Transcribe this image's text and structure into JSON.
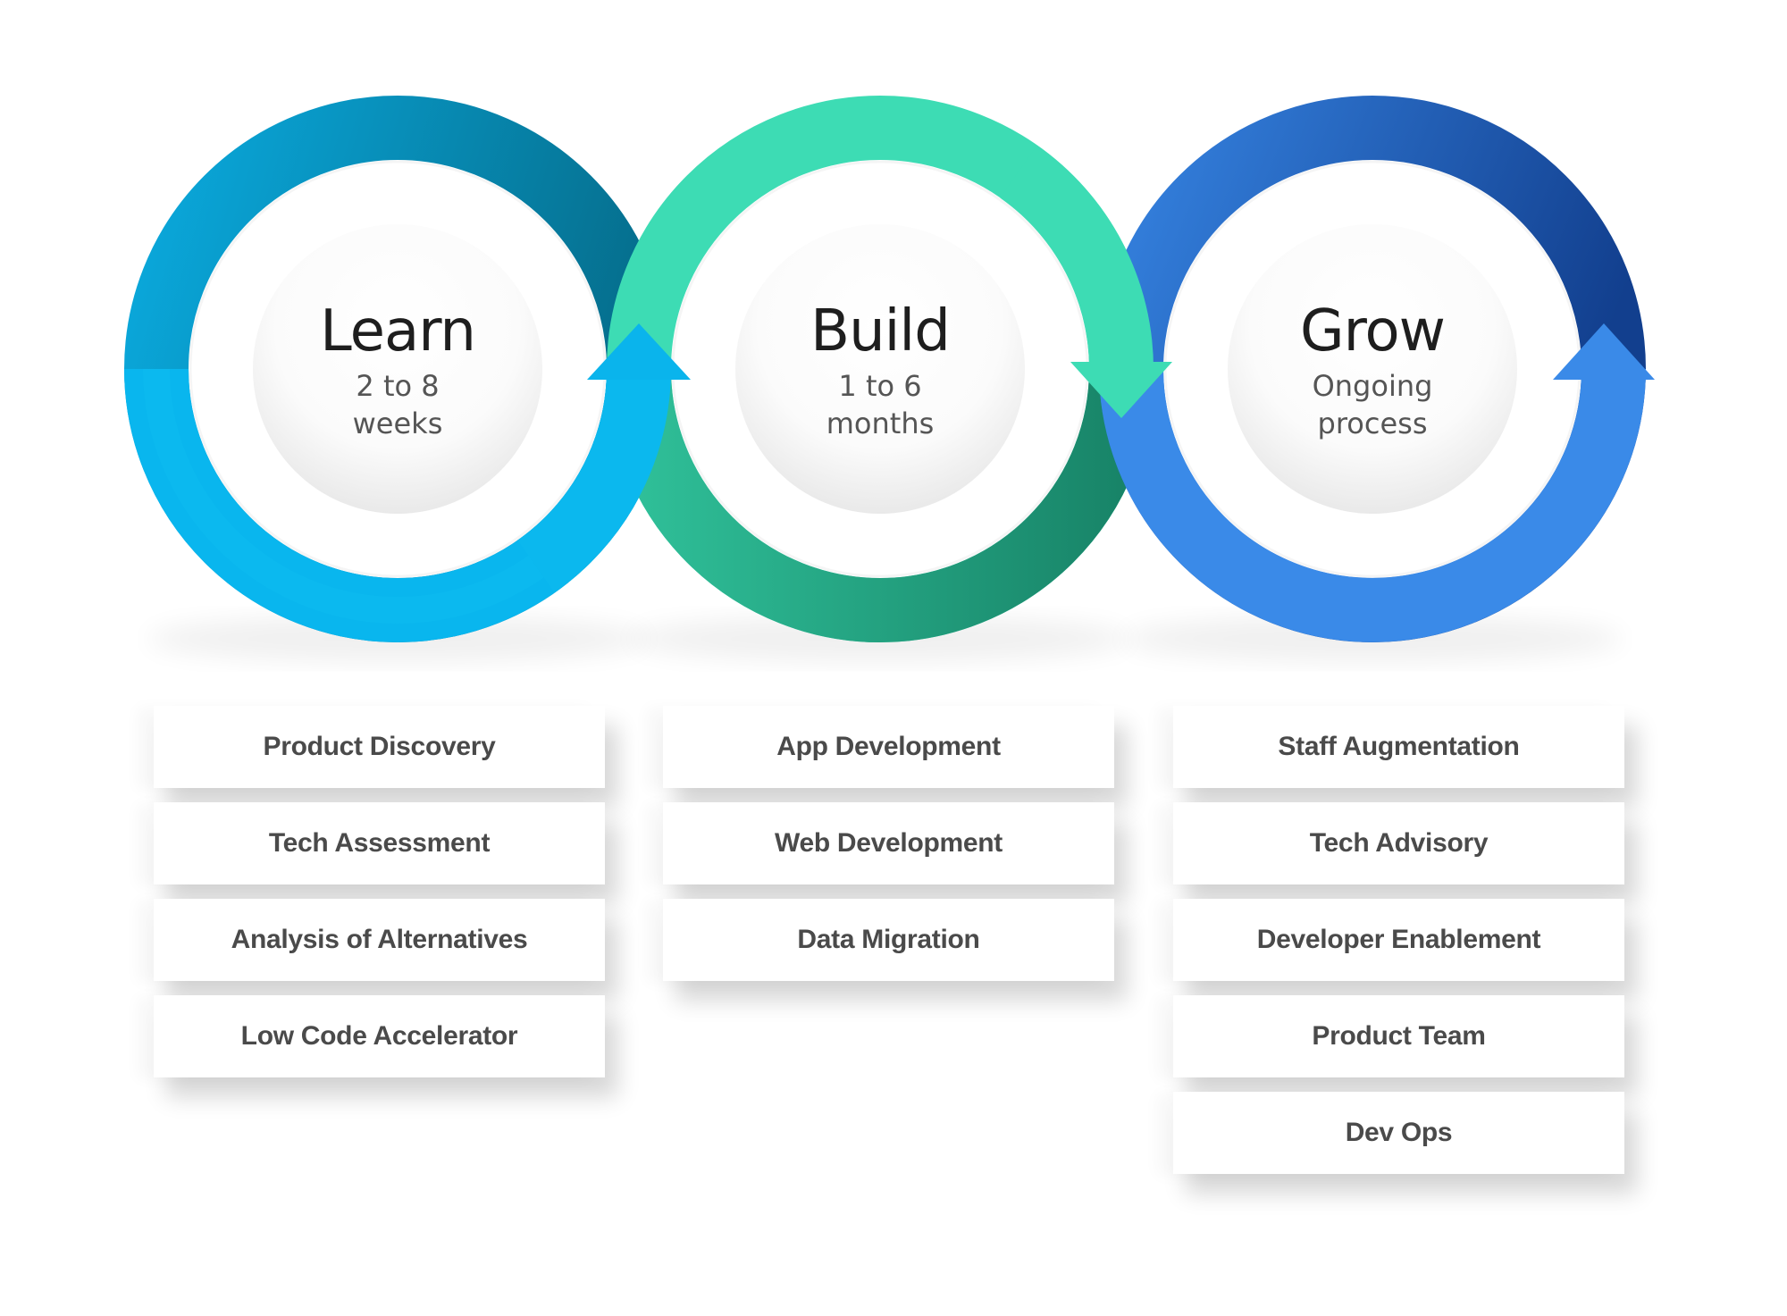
{
  "stages": [
    {
      "title": "Learn",
      "duration_line1": "2 to 8",
      "duration_line2": "weeks",
      "colors": {
        "arc_light": "#0bb8ee",
        "arc_dark": "#067a9a",
        "arrow": "#0ab4ec"
      },
      "items": [
        "Product Discovery",
        "Tech Assessment",
        "Analysis of Alternatives",
        "Low Code Accelerator"
      ]
    },
    {
      "title": "Build",
      "duration_line1": "1 to 6",
      "duration_line2": "months",
      "colors": {
        "arc_light": "#3ddcb4",
        "arc_dark": "#1c8a6e",
        "arrow": "#3ddcb4"
      },
      "items": [
        "App Development",
        "Web Development",
        "Data Migration"
      ]
    },
    {
      "title": "Grow",
      "duration_line1": "Ongoing",
      "duration_line2": "process",
      "colors": {
        "arc_light": "#3a8ae8",
        "arc_dark": "#164a9c",
        "arrow": "#3a8ae8"
      },
      "items": [
        "Staff Augmentation",
        "Tech Advisory",
        "Developer Enablement",
        "Product Team",
        "Dev Ops"
      ]
    }
  ]
}
